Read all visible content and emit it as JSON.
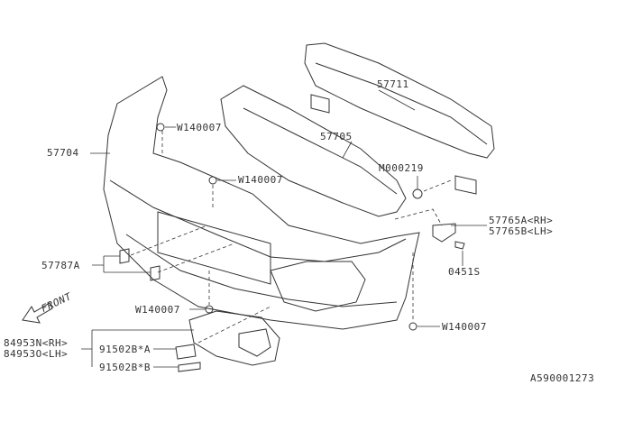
{
  "labels": {
    "p57711": "57711",
    "p57705": "57705",
    "p57704": "57704",
    "w1": "W140007",
    "w2": "W140007",
    "w3": "W140007",
    "w4": "W140007",
    "m000219": "M000219",
    "p57765a": "57765A<RH>",
    "p57765b": "57765B<LH>",
    "p0451s": "0451S",
    "p57787a": "57787A",
    "p84953n": "84953N<RH>",
    "p84953o": "84953O<LH>",
    "p91502a": "91502B*A",
    "p91502b": "91502B*B",
    "front": "FRONT",
    "diagram_id": "A590001273"
  }
}
